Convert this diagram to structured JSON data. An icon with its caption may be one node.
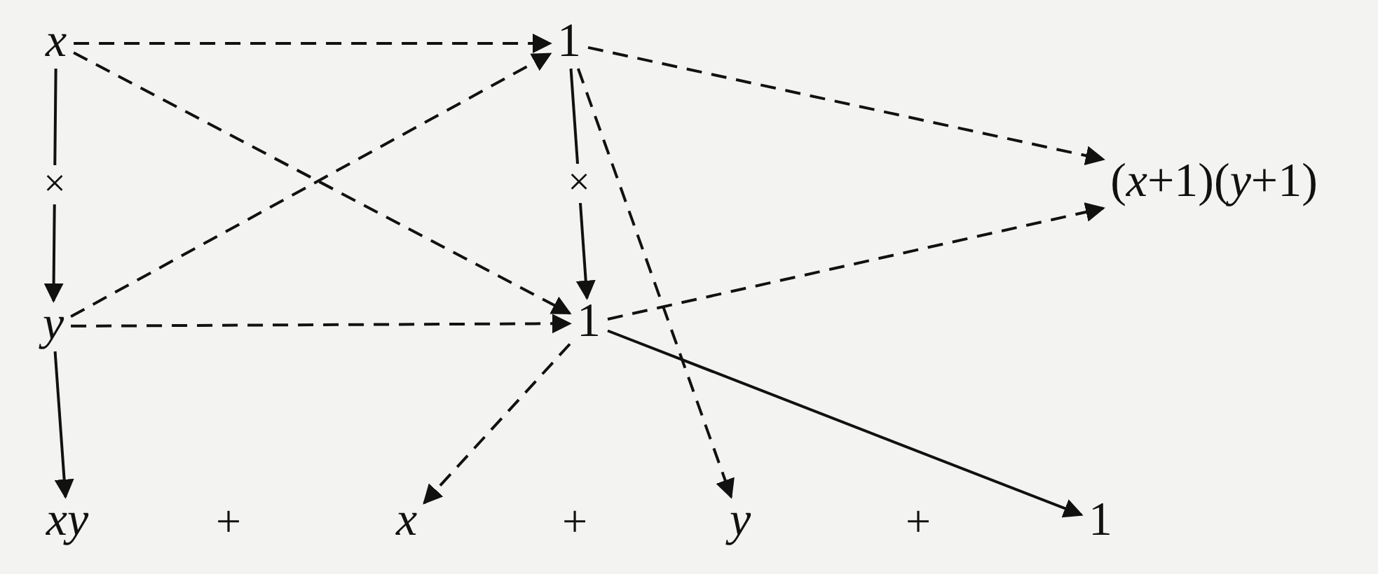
{
  "diagram": {
    "nodes": [
      {
        "text": [
          "*x*"
        ]
      },
      {
        "text": [
          "1"
        ]
      },
      {
        "text": [
          "(*x*+1)(*y*+1)"
        ]
      },
      {
        "text": [
          "*y*"
        ]
      },
      {
        "text": [
          "1"
        ]
      },
      {
        "text": [
          "*xy*"
        ]
      },
      {
        "text": [
          "*x*"
        ]
      },
      {
        "text": [
          "*y*"
        ]
      },
      {
        "text": [
          "1"
        ]
      }
    ],
    "edges": [
      {
        "from": 0,
        "to": 1,
        "arrow": "to",
        "style": "dashed"
      },
      {
        "from": 1,
        "to": 2,
        "arrow": "to",
        "style": "dashed"
      },
      {
        "from": 0,
        "to": 3,
        "arrow": "to",
        "label": "×"
      },
      {
        "from": 1,
        "to": 4,
        "arrow": "to",
        "label": "×"
      },
      {
        "from": 0,
        "to": 4,
        "arrow": "to",
        "style": "dashed"
      },
      {
        "from": 3,
        "to": 1,
        "arrow": "to",
        "style": "dashed"
      },
      {
        "from": 3,
        "to": 4,
        "arrow": "to",
        "style": "dashed"
      },
      {
        "from": 4,
        "to": 2,
        "arrow": "to",
        "style": "dashed"
      },
      {
        "from": 3,
        "to": 5,
        "arrow": "to"
      },
      {
        "from": 4,
        "to": 6,
        "arrow": "to",
        "style": "dashed"
      },
      {
        "from": 1,
        "to": 7,
        "arrow": "to",
        "style": "dashed"
      },
      {
        "from": 4,
        "to": 8,
        "arrow": "to"
      }
    ],
    "labels": [
      "+",
      "+",
      "+"
    ]
  }
}
